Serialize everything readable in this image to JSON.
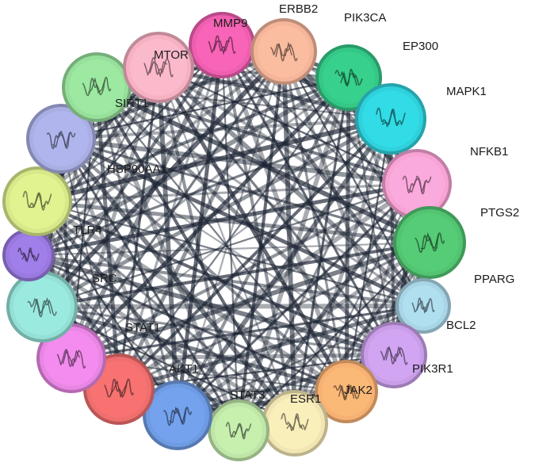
{
  "network": {
    "edge_color": "#1c2433",
    "nodes": [
      {
        "label": "MMP9",
        "color": "#ef5fb0"
      },
      {
        "label": "ERBB2",
        "color": "#f4b59a"
      },
      {
        "label": "PIK3CA",
        "color": "#35c786"
      },
      {
        "label": "EP300",
        "color": "#2fd2dc"
      },
      {
        "label": "MAPK1",
        "color": "#f7a3d4"
      },
      {
        "label": "NFKB1",
        "color": "#52c472"
      },
      {
        "label": "PTGS2",
        "color": "#a9d6e6"
      },
      {
        "label": "PPARG",
        "color": "#c99ee8"
      },
      {
        "label": "BCL2",
        "color": "#f6b173"
      },
      {
        "label": "PIK3R1",
        "color": "#f1e5b3"
      },
      {
        "label": "JAK2",
        "color": "#bfe6a8"
      },
      {
        "label": "ESR1",
        "color": "#6f9be3"
      },
      {
        "label": "STAT3",
        "color": "#ef6e6e"
      },
      {
        "label": "AKT1",
        "color": "#e886e4"
      },
      {
        "label": "STAT1",
        "color": "#94e0d6"
      },
      {
        "label": "SRC",
        "color": "#9a7ae0"
      },
      {
        "label": "TLR4",
        "color": "#d7e88a"
      },
      {
        "label": "HSP90AA1",
        "color": "#a9aee3"
      },
      {
        "label": "SIRT1",
        "color": "#97df9b"
      },
      {
        "label": "MTOR",
        "color": "#f6b1c3"
      }
    ]
  }
}
